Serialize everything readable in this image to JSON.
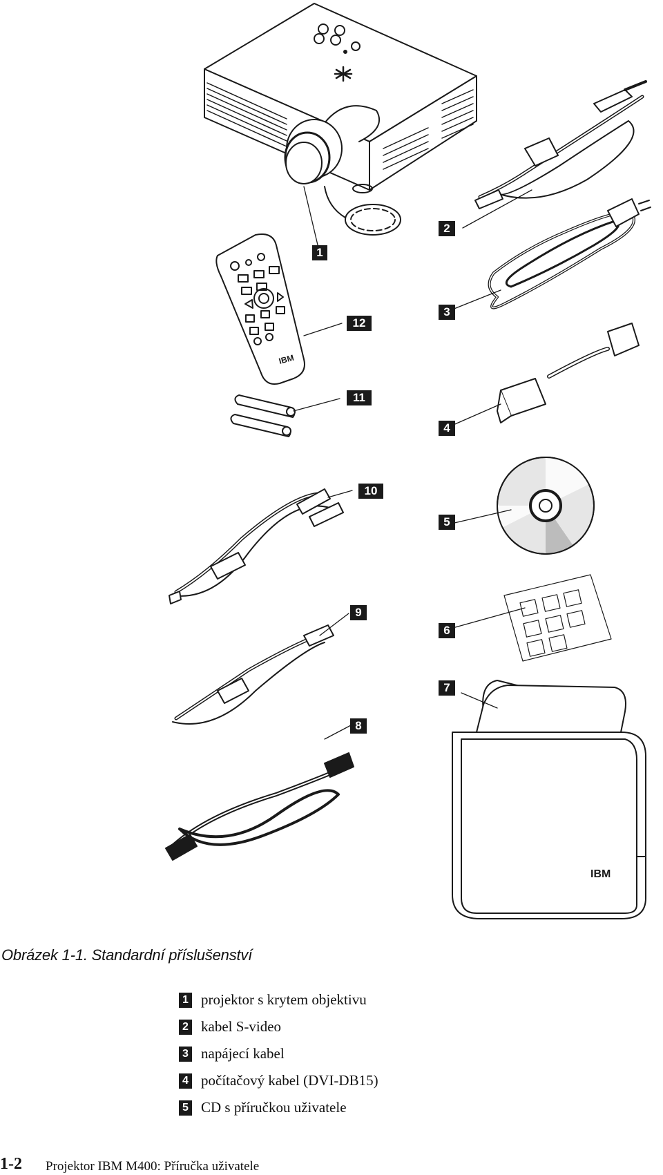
{
  "figure": {
    "callouts": [
      "1",
      "2",
      "3",
      "4",
      "5",
      "6",
      "7",
      "8",
      "9",
      "10",
      "11",
      "12"
    ],
    "remote_logo": "IBM",
    "bag_logo": "IBM"
  },
  "caption": "Obrázek 1-1. Standardní příslušenství",
  "legend": [
    {
      "num": "1",
      "text": "projektor s  krytem objektivu"
    },
    {
      "num": "2",
      "text": "kabel S-video"
    },
    {
      "num": "3",
      "text": "napájecí kabel"
    },
    {
      "num": "4",
      "text": "počítačový kabel (DVI-DB15)"
    },
    {
      "num": "5",
      "text": "CD s  příručkou uživatele"
    }
  ],
  "footer": {
    "page_number": "1-2",
    "document_title": "Projektor IBM M400: Příručka uživatele"
  }
}
